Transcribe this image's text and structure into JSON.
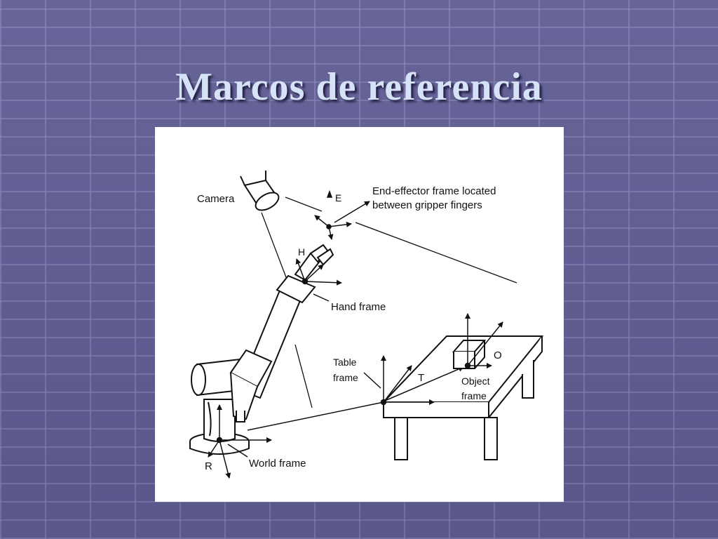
{
  "slide": {
    "title": "Marcos de referencia"
  },
  "diagram": {
    "labels": {
      "camera": "Camera",
      "e": "E",
      "end_effector_line1": "End-effector frame located",
      "end_effector_line2": "between gripper fingers",
      "h": "H",
      "hand_frame": "Hand frame",
      "table_frame_line1": "Table",
      "table_frame_line2": "frame",
      "t": "T",
      "o": "O",
      "object_frame_line1": "Object",
      "object_frame_line2": "frame",
      "r": "R",
      "world_frame": "World frame"
    }
  }
}
